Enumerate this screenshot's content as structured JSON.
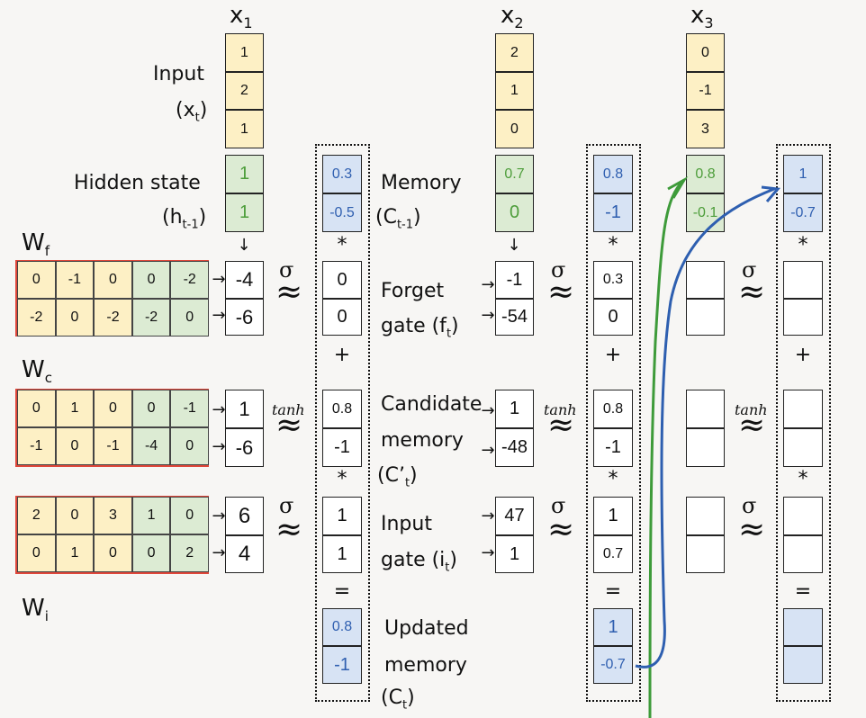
{
  "inputs": {
    "x1": {
      "label": "x",
      "sub": "1",
      "values": [
        "1",
        "2",
        "1"
      ]
    },
    "x2": {
      "label": "x",
      "sub": "2",
      "values": [
        "2",
        "1",
        "0"
      ]
    },
    "x3": {
      "label": "x",
      "sub": "3",
      "values": [
        "0",
        "-1",
        "3"
      ]
    }
  },
  "labels": {
    "input": "Input",
    "input_sym": "(x",
    "input_sub": "t",
    "hidden": "Hidden state",
    "hidden_sym": "(h",
    "hidden_sub": "t-1",
    "memory": "Memory",
    "memory_sym": "(C",
    "memory_sub": "t-1",
    "forget": "Forget",
    "forget2": "gate (f",
    "forget_sub": "t",
    "candidate": "Candidate",
    "candidate2": "memory",
    "candidate3": "(C’",
    "candidate_sub": "t",
    "inputgate": "Input",
    "inputgate2": "gate (i",
    "inputgate_sub": "t",
    "updated": "Updated",
    "updated2": "memory",
    "updated3": "(C",
    "updated_sub": "t",
    "wf": "W",
    "wf_sub": "f",
    "wc": "W",
    "wc_sub": "c",
    "wi": "W",
    "wi_sub": "i",
    "sigma": "σ",
    "tanh": "tanh",
    "approx": "≈",
    "times": "*",
    "plus": "+",
    "equals": "=",
    "arrow_right": "→",
    "arrow_down": "↓",
    "close_paren": ")"
  },
  "weights": {
    "wf": [
      [
        "0",
        "-1",
        "0",
        "0",
        "-2"
      ],
      [
        "-2",
        "0",
        "-2",
        "-2",
        "0"
      ]
    ],
    "wc": [
      [
        "0",
        "1",
        "0",
        "0",
        "-1"
      ],
      [
        "-1",
        "0",
        "-1",
        "-4",
        "0"
      ]
    ],
    "wi": [
      [
        "2",
        "0",
        "3",
        "1",
        "0"
      ],
      [
        "0",
        "1",
        "0",
        "0",
        "2"
      ]
    ]
  },
  "step1": {
    "hidden": [
      "1",
      "1"
    ],
    "memory": [
      "0.3",
      "-0.5"
    ],
    "forget_pre": [
      "-4",
      "-6"
    ],
    "forget": [
      "0",
      "0"
    ],
    "cand_pre": [
      "1",
      "-6"
    ],
    "cand": [
      "0.8",
      "-1"
    ],
    "input_pre": [
      "6",
      "4"
    ],
    "input": [
      "1",
      "1"
    ],
    "updated": [
      "0.8",
      "-1"
    ]
  },
  "step2": {
    "hidden": [
      "0.7",
      "0"
    ],
    "memory": [
      "0.8",
      "-1"
    ],
    "forget_pre": [
      "-1",
      "-54"
    ],
    "forget": [
      "0.3",
      "0"
    ],
    "cand_pre": [
      "1",
      "-48"
    ],
    "cand": [
      "0.8",
      "-1"
    ],
    "input_pre": [
      "47",
      "1"
    ],
    "input": [
      "1",
      "0.7"
    ],
    "updated": [
      "1",
      "-0.7"
    ]
  },
  "step3": {
    "hidden": [
      "0.8",
      "-0.1"
    ],
    "memory": [
      "1",
      "-0.7"
    ]
  }
}
